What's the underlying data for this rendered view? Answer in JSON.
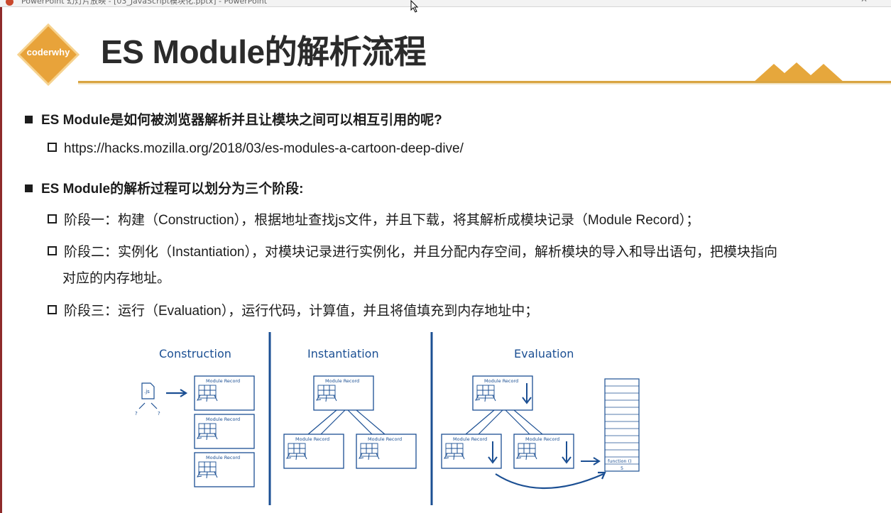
{
  "window": {
    "title": "PowerPoint 幻灯片放映 - [03_JavaScript模块化.pptx] - PowerPoint"
  },
  "slide": {
    "logo_text": "coderwhy",
    "title": "ES Module的解析流程",
    "bullets": [
      {
        "text": "ES Module是如何被浏览器解析并且让模块之间可以相互引用的呢?"
      },
      {
        "text": "https://hacks.mozilla.org/2018/03/es-modules-a-cartoon-deep-dive/"
      },
      {
        "text": "ES Module的解析过程可以划分为三个阶段:"
      },
      {
        "text": "阶段一：构建（Construction），根据地址查找js文件，并且下载，将其解析成模块记录（Module Record）；"
      },
      {
        "text": "阶段二：实例化（Instantiation），对模块记录进行实例化，并且分配内存空间，解析模块的导入和导出语句，把模块指向"
      },
      {
        "text": "对应的内存地址。"
      },
      {
        "text": "阶段三：运行（Evaluation），运行代码，计算值，并且将值填充到内存地址中；"
      }
    ]
  },
  "diagram": {
    "phase_titles": [
      "Construction",
      "Instantiation",
      "Evaluation"
    ],
    "module_record_label": "Module Record",
    "js_file_label": ".js",
    "question_mark": "?",
    "memory_label_1": "function ()",
    "memory_label_2": "5",
    "colors": {
      "accent": "#1b4f93",
      "gold": "#d9a441",
      "logo": "#e8a33a"
    }
  }
}
